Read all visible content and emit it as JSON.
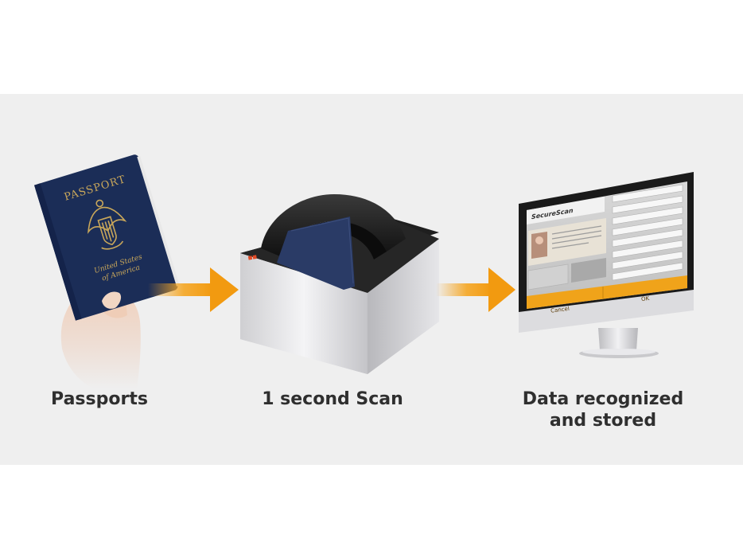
{
  "steps": [
    {
      "label": "Passports"
    },
    {
      "label": "1 second Scan"
    },
    {
      "label_line1": "Data recognized",
      "label_line2": "and stored"
    }
  ],
  "passport": {
    "title": "PASSPORT",
    "country_line1": "United States",
    "country_line2": "of America"
  },
  "monitor": {
    "app_brand": "SecureScan",
    "cancel_label": "Cancel",
    "ok_label": "OK"
  },
  "colors": {
    "arrow": "#f5a623",
    "passport_blue": "#1b2d57",
    "gold": "#c9a75a",
    "scanner_black": "#232323",
    "monitor_orange": "#f0a31a"
  }
}
